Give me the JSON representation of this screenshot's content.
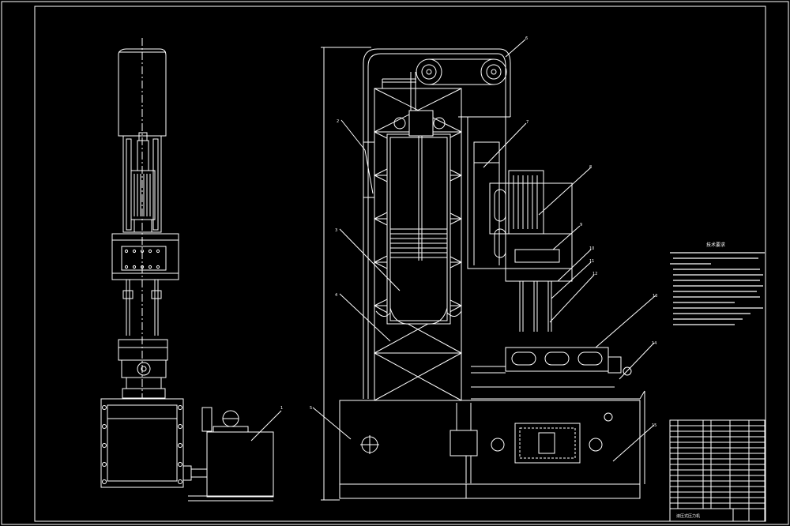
{
  "drawing": {
    "background": "#000000",
    "line_color": "#ffffff",
    "callouts": [
      "1",
      "2",
      "3",
      "4",
      "5",
      "6",
      "7",
      "8",
      "9",
      "10",
      "11",
      "12",
      "13",
      "14",
      "15"
    ],
    "notes_title": "技术要求",
    "title_block_name": "液压式压力机"
  }
}
